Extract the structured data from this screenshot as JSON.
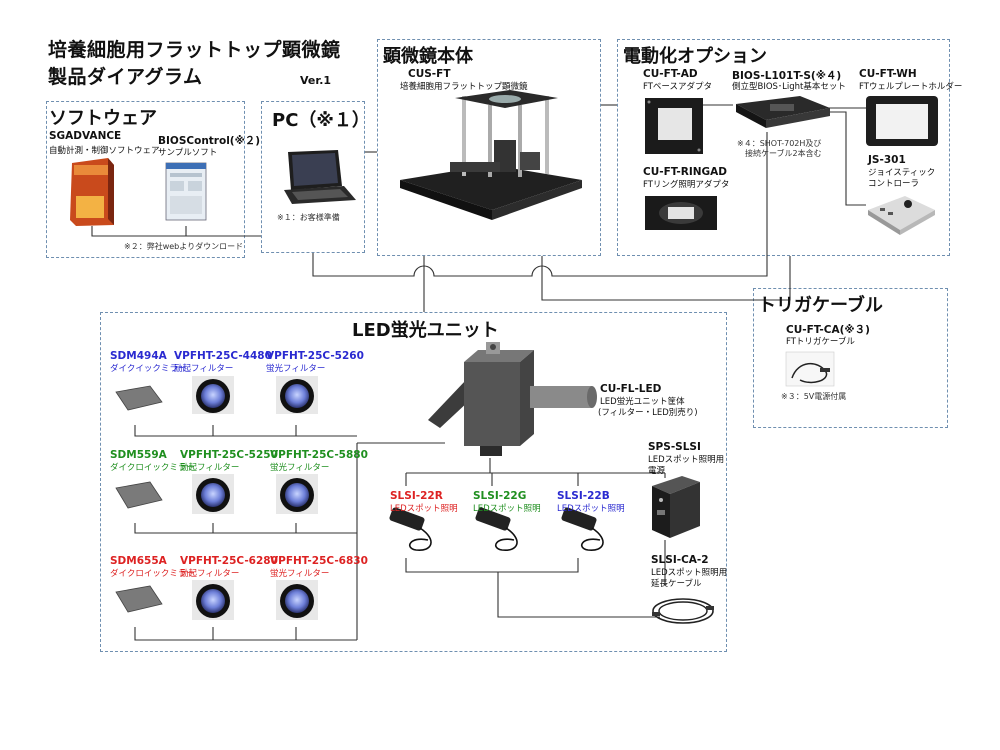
{
  "title": {
    "line1": "培養細胞用フラットトップ顕微鏡",
    "line2": "製品ダイアグラム",
    "version": "Ver.1"
  },
  "software": {
    "heading": "ソフトウェア",
    "sgadvance": {
      "code": "SGADVANCE",
      "desc": "自動計測・制御ソフトウェア"
    },
    "bioscontrol": {
      "code": "BIOSControl(※２)",
      "desc": "サンプルソフト"
    },
    "note": "※２：弊社webよりダウンロード"
  },
  "pc": {
    "heading": "PC（※１）",
    "note": "※１：お客様準備"
  },
  "microscope": {
    "heading": "顕微鏡本体",
    "code": "CUS-FT",
    "desc": "培養細胞用フラットトップ顕微鏡"
  },
  "motorized": {
    "heading": "電動化オプション",
    "cu_ft_ad": {
      "code": "CU-FT-AD",
      "desc": "FTベースアダプタ"
    },
    "bios": {
      "code": "BIOS-L101T-S(※４)",
      "desc": "側立型BIOS･Light基本セット",
      "note1": "※４：SHOT-702H及び",
      "note2": "接続ケーブル2本含む"
    },
    "cu_ft_ringad": {
      "code": "CU-FT-RINGAD",
      "desc": "FTリング照明アダプタ"
    },
    "cu_ft_wh": {
      "code": "CU-FT-WH",
      "desc": "FTウェルプレートホルダー"
    },
    "js301": {
      "code": "JS-301",
      "desc1": "ジョイスティック",
      "desc2": "コントローラ"
    }
  },
  "trigger": {
    "heading": "トリガケーブル",
    "code": "CU-FT-CA(※３)",
    "desc": "FTトリガケーブル",
    "note": "※３：5V電源付属"
  },
  "led_unit": {
    "heading": "LED蛍光ユニット",
    "row1": [
      {
        "code": "SDM494A",
        "desc": "ダイクイックミラー"
      },
      {
        "code": "VPFHT-25C-4480",
        "desc": "励起フィルター"
      },
      {
        "code": "VPFHT-25C-5260",
        "desc": "蛍光フィルター"
      }
    ],
    "row2": [
      {
        "code": "SDM559A",
        "desc": "ダイクロイックミラー"
      },
      {
        "code": "VPFHT-25C-5250",
        "desc": "励起フィルター"
      },
      {
        "code": "VPFHT-25C-5880",
        "desc": "蛍光フィルター"
      }
    ],
    "row3": [
      {
        "code": "SDM655A",
        "desc": "ダイクロイックミラー"
      },
      {
        "code": "VPFHT-25C-6280",
        "desc": "励起フィルター"
      },
      {
        "code": "VPFHT-25C-6830",
        "desc": "蛍光フィルター"
      }
    ],
    "housing": {
      "code": "CU-FL-LED",
      "desc1": "LED蛍光ユニット筐体",
      "desc2": "(フィルター・LED別売り)"
    },
    "spots": [
      {
        "code": "SLSI-22R",
        "desc": "LEDスポット照明"
      },
      {
        "code": "SLSI-22G",
        "desc": "LEDスポット照明"
      },
      {
        "code": "SLSI-22B",
        "desc": "LEDスポット照明"
      }
    ],
    "sps": {
      "code": "SPS-SLSI",
      "desc1": "LEDスポット照明用",
      "desc2": "電源"
    },
    "slsica": {
      "code": "SLSI-CA-2",
      "desc1": "LEDスポット照明用",
      "desc2": "延長ケーブル"
    }
  }
}
